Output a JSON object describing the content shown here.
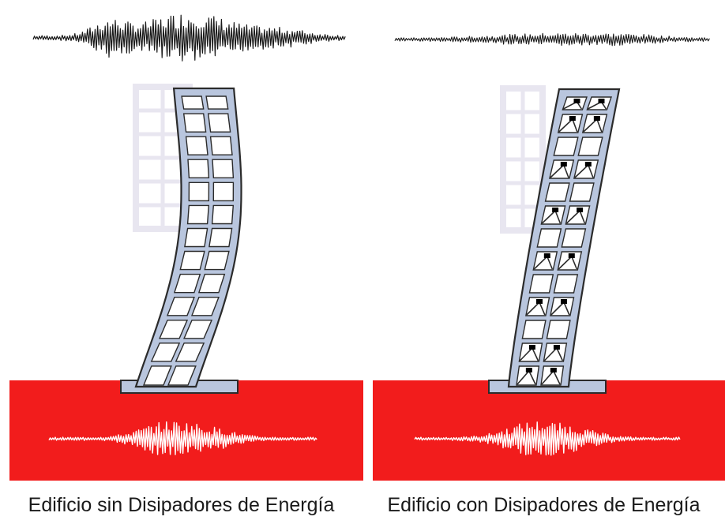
{
  "colors": {
    "ground": "#f21c1c",
    "frame_fill": "#b9c6de",
    "frame_stroke": "#2b2b2b",
    "ghost_building": "#e8e6f0",
    "top_wave": "#1a1a1a",
    "ground_wave": "#ffffff",
    "damper_fill": "#000000"
  },
  "panels": [
    {
      "caption": "Edificio sin Disipadores de Energía",
      "building_response": "large-deformation",
      "top_wave_intensity": "high",
      "has_dampers": false
    },
    {
      "caption": "Edificio con Disipadores de Energía",
      "building_response": "reduced-deformation",
      "top_wave_intensity": "low",
      "has_dampers": true
    }
  ]
}
